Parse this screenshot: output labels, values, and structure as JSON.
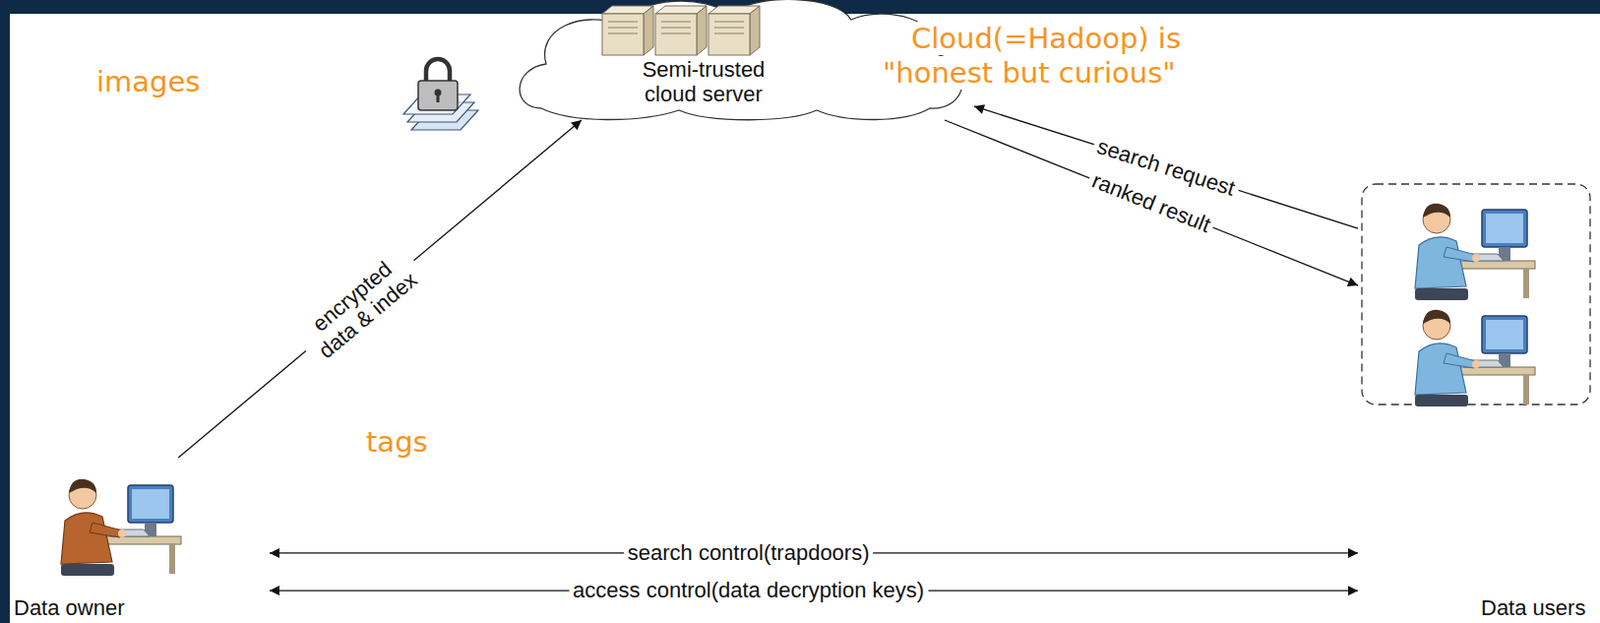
{
  "diagram": {
    "nodes": [
      {
        "text": [
          "Data owner"
        ]
      },
      {
        "text": [
          "Semi-trusted cloud server"
        ]
      },
      {
        "text": [
          "Data users"
        ]
      }
    ],
    "edges": [
      {
        "from": 0,
        "to": 1,
        "arrow": "to",
        "label": "encrypted data & index"
      },
      {
        "from": 2,
        "to": 1,
        "arrow": "to",
        "label": "search request"
      },
      {
        "from": 1,
        "to": 2,
        "arrow": "to",
        "label": "ranked result"
      },
      {
        "from": 0,
        "to": 2,
        "arrow": "both",
        "label": "search control(trapdoors)"
      },
      {
        "from": 0,
        "to": 2,
        "arrow": "both",
        "label": "access control(data decryption keys)"
      }
    ],
    "labels": [
      "images",
      "tags",
      "Cloud(=Hadoop) is \"honest but curious\""
    ]
  }
}
